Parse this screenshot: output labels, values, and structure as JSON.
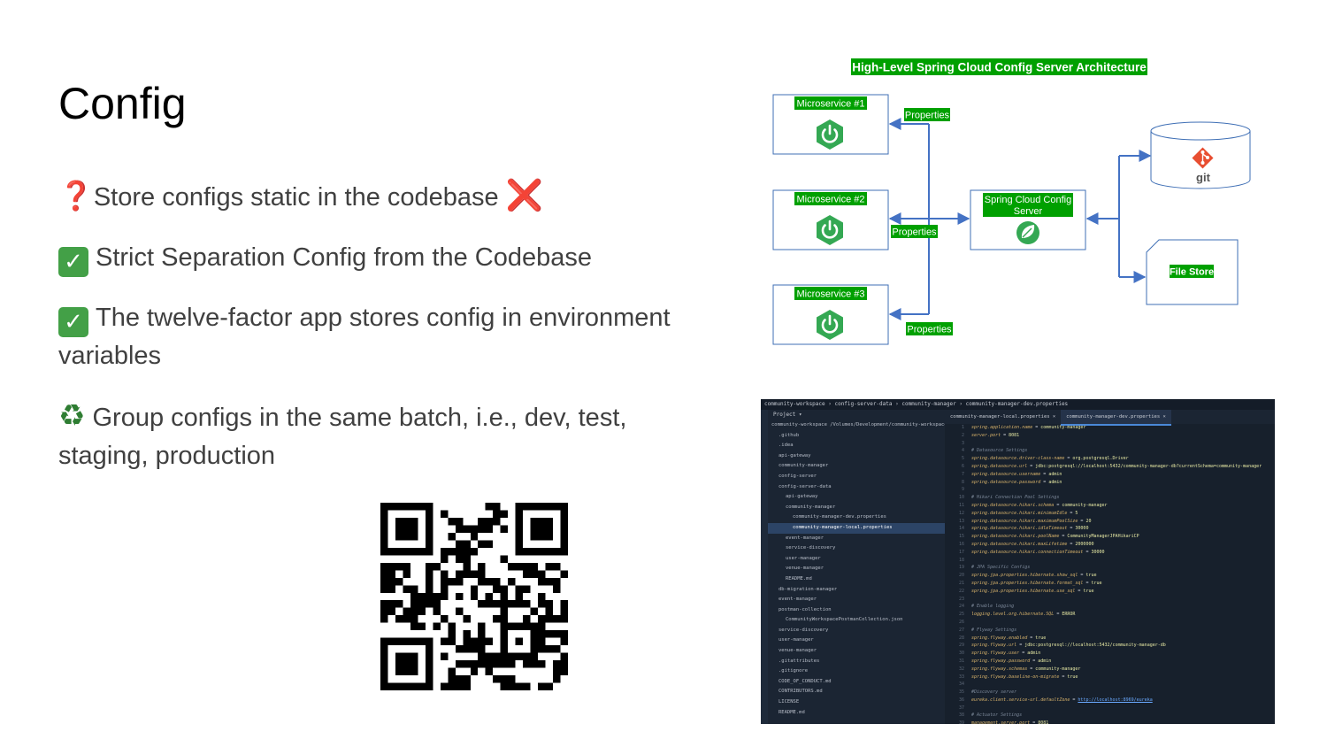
{
  "slide": {
    "title": "Config",
    "bullets": [
      {
        "icon": "question-icon",
        "glyph": "❓",
        "text": "Store configs static in the codebase",
        "suffix_glyph": "❌"
      },
      {
        "icon": "check-icon",
        "glyph": "✓",
        "text": "Strict Separation Config from the Codebase"
      },
      {
        "icon": "check-icon",
        "glyph": "✓",
        "text": "The twelve-factor app stores config in environment variables"
      },
      {
        "icon": "recycle-icon",
        "glyph": "♻",
        "text": "Group configs in the same batch, i.e., dev, test, staging, production"
      }
    ]
  },
  "architecture": {
    "title": "High-Level Spring Cloud Config Server Architecture",
    "microservices": [
      "Microservice #1",
      "Microservice #2",
      "Microservice #3"
    ],
    "edge_label": "Properties",
    "server_label_line1": "Spring Cloud Config",
    "server_label_line2": "Server",
    "git_label": "git",
    "file_store_label": "File Store",
    "colors": {
      "label_bg": "#00a000",
      "box_border": "#3f6fb5",
      "arrow": "#4472c4",
      "spring_green": "#34a853"
    }
  },
  "ide": {
    "breadcrumb": "community-workspace › config-server-data › community-manager › community-manager-dev.properties",
    "project_label": "Project ▾",
    "tabs": [
      {
        "label": "community-manager-local.properties ×",
        "active": false
      },
      {
        "label": "community-manager-dev.properties ×",
        "active": true
      }
    ],
    "tree": [
      {
        "label": "community-workspace /Volumes/Development/community-workspace",
        "indent": 0,
        "selected": false
      },
      {
        "label": ".github",
        "indent": 1,
        "selected": false
      },
      {
        "label": ".idea",
        "indent": 1,
        "selected": false
      },
      {
        "label": "api-gateway",
        "indent": 1,
        "selected": false
      },
      {
        "label": "community-manager",
        "indent": 1,
        "selected": false
      },
      {
        "label": "config-server",
        "indent": 1,
        "selected": false
      },
      {
        "label": "config-server-data",
        "indent": 1,
        "selected": false
      },
      {
        "label": "api-gateway",
        "indent": 2,
        "selected": false
      },
      {
        "label": "community-manager",
        "indent": 2,
        "selected": false
      },
      {
        "label": "community-manager-dev.properties",
        "indent": 3,
        "selected": false
      },
      {
        "label": "community-manager-local.properties",
        "indent": 3,
        "selected": true
      },
      {
        "label": "event-manager",
        "indent": 2,
        "selected": false
      },
      {
        "label": "service-discovery",
        "indent": 2,
        "selected": false
      },
      {
        "label": "user-manager",
        "indent": 2,
        "selected": false
      },
      {
        "label": "venue-manager",
        "indent": 2,
        "selected": false
      },
      {
        "label": "README.md",
        "indent": 2,
        "selected": false
      },
      {
        "label": "db-migration-manager",
        "indent": 1,
        "selected": false
      },
      {
        "label": "event-manager",
        "indent": 1,
        "selected": false
      },
      {
        "label": "postman-collection",
        "indent": 1,
        "selected": false
      },
      {
        "label": "CommunityWorkspacePostmanCollection.json",
        "indent": 2,
        "selected": false
      },
      {
        "label": "service-discovery",
        "indent": 1,
        "selected": false
      },
      {
        "label": "user-manager",
        "indent": 1,
        "selected": false
      },
      {
        "label": "venue-manager",
        "indent": 1,
        "selected": false
      },
      {
        "label": ".gitattributes",
        "indent": 1,
        "selected": false
      },
      {
        "label": ".gitignore",
        "indent": 1,
        "selected": false
      },
      {
        "label": "CODE_OF_CONDUCT.md",
        "indent": 1,
        "selected": false
      },
      {
        "label": "CONTRIBUTORS.md",
        "indent": 1,
        "selected": false
      },
      {
        "label": "LICENSE",
        "indent": 1,
        "selected": false
      },
      {
        "label": "README.md",
        "indent": 1,
        "selected": false
      }
    ],
    "code": [
      {
        "n": "1",
        "type": "kv",
        "key": "spring.application.name",
        "value": "community-manager"
      },
      {
        "n": "2",
        "type": "kv",
        "key": "server.port",
        "value": "8081"
      },
      {
        "n": "3",
        "type": "blank"
      },
      {
        "n": "4",
        "type": "comment",
        "text": "# Datasource Settings"
      },
      {
        "n": "5",
        "type": "kv",
        "key": "spring.datasource.driver-class-name",
        "value": "org.postgresql.Driver"
      },
      {
        "n": "6",
        "type": "kv",
        "key": "spring.datasource.url",
        "value": "jdbc:postgresql://localhost:5432/community-manager-db?currentSchema=community-manager"
      },
      {
        "n": "7",
        "type": "kv",
        "key": "spring.datasource.username",
        "value": "admin"
      },
      {
        "n": "8",
        "type": "kv",
        "key": "spring.datasource.password",
        "value": "admin"
      },
      {
        "n": "9",
        "type": "blank"
      },
      {
        "n": "10",
        "type": "comment",
        "text": "# Hikari Connection Pool Settings"
      },
      {
        "n": "11",
        "type": "kv",
        "key": "spring.datasource.hikari.schema",
        "value": "community-manager"
      },
      {
        "n": "12",
        "type": "kv",
        "key": "spring.datasource.hikari.minimumIdle",
        "value": "5"
      },
      {
        "n": "13",
        "type": "kv",
        "key": "spring.datasource.hikari.maximumPoolSize",
        "value": "20"
      },
      {
        "n": "14",
        "type": "kv",
        "key": "spring.datasource.hikari.idleTimeout",
        "value": "30000"
      },
      {
        "n": "15",
        "type": "kv",
        "key": "spring.datasource.hikari.poolName",
        "value": "CommunityManagerJPAHikariCP"
      },
      {
        "n": "16",
        "type": "kv",
        "key": "spring.datasource.hikari.maxLifetime",
        "value": "2000000"
      },
      {
        "n": "17",
        "type": "kv",
        "key": "spring.datasource.hikari.connectionTimeout",
        "value": "30000"
      },
      {
        "n": "18",
        "type": "blank"
      },
      {
        "n": "19",
        "type": "comment",
        "text": "# JPA Specific Configs"
      },
      {
        "n": "20",
        "type": "kv",
        "key": "spring.jpa.properties.hibernate.show_sql",
        "value": "true"
      },
      {
        "n": "21",
        "type": "kv",
        "key": "spring.jpa.properties.hibernate.format_sql",
        "value": "true"
      },
      {
        "n": "22",
        "type": "kv",
        "key": "spring.jpa.properties.hibernate.use_sql",
        "value": "true"
      },
      {
        "n": "23",
        "type": "blank"
      },
      {
        "n": "24",
        "type": "comment",
        "text": "# Enable logging"
      },
      {
        "n": "25",
        "type": "kv",
        "key": "logging.level.org.hibernate.SQL",
        "value": "ERROR"
      },
      {
        "n": "26",
        "type": "blank"
      },
      {
        "n": "27",
        "type": "comment",
        "text": "# Flyway Settings"
      },
      {
        "n": "28",
        "type": "kv",
        "key": "spring.flyway.enabled",
        "value": "true"
      },
      {
        "n": "29",
        "type": "kv",
        "key": "spring.flyway.url",
        "value": "jdbc:postgresql://localhost:5432/community-manager-db"
      },
      {
        "n": "30",
        "type": "kv",
        "key": "spring.flyway.user",
        "value": "admin"
      },
      {
        "n": "31",
        "type": "kv",
        "key": "spring.flyway.password",
        "value": "admin"
      },
      {
        "n": "32",
        "type": "kv",
        "key": "spring.flyway.schemas",
        "value": "community-manager"
      },
      {
        "n": "33",
        "type": "kv",
        "key": "spring.flyway.baseline-on-migrate",
        "value": "true"
      },
      {
        "n": "34",
        "type": "blank"
      },
      {
        "n": "35",
        "type": "comment",
        "text": "#Discovery server"
      },
      {
        "n": "36",
        "type": "kv",
        "key": "eureka.client.service-url.defaultZone",
        "value": "http://localhost:8969/eureka",
        "url": true
      },
      {
        "n": "37",
        "type": "blank"
      },
      {
        "n": "38",
        "type": "comment",
        "text": "# Actuator Settings"
      },
      {
        "n": "39",
        "type": "kv",
        "key": "management.server.port",
        "value": "8081"
      }
    ]
  }
}
